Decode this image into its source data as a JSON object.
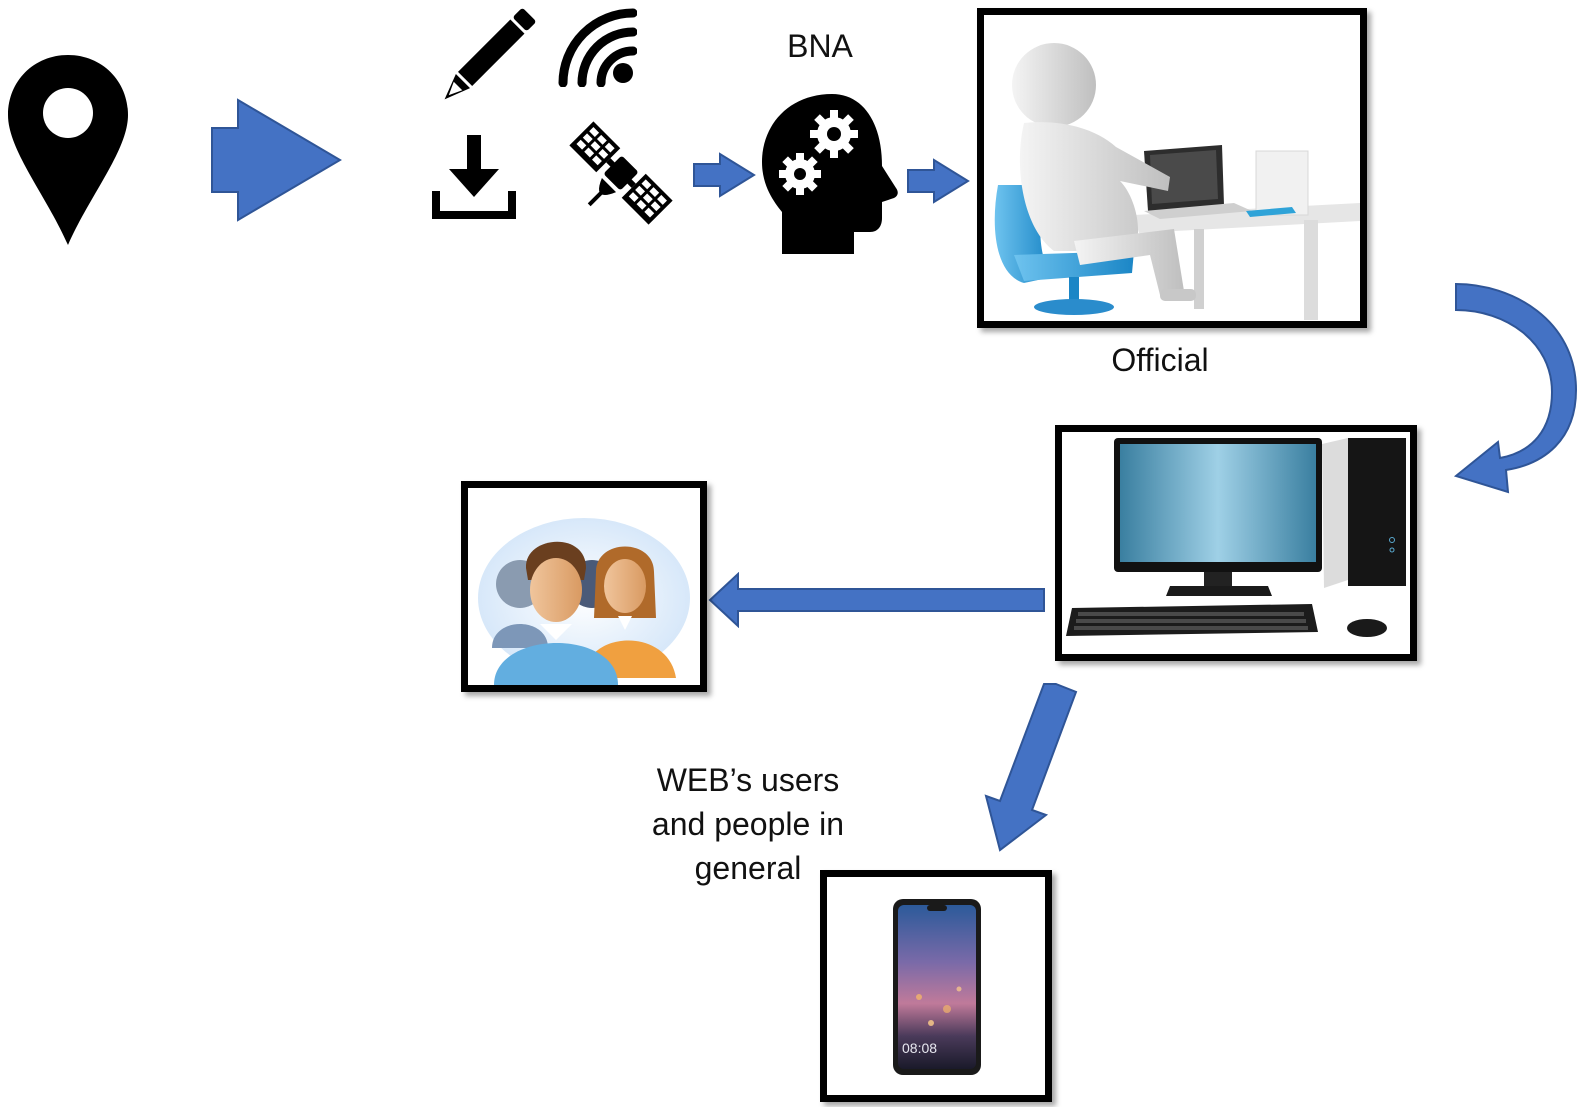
{
  "labels": {
    "bna": "BNA",
    "official": "Official",
    "web_users": "WEB’s users and people in general"
  },
  "phone": {
    "clock": "08:08"
  },
  "icons": {
    "location": "map-pin-icon",
    "pencil": "pencil-icon",
    "signal": "wireless-signal-icon",
    "download": "download-icon",
    "satellite": "satellite-icon",
    "brain": "head-gears-icon",
    "official": "person-at-desk-illustration",
    "computer": "desktop-computer-illustration",
    "users": "user-group-illustration",
    "phone": "smartphone-illustration"
  },
  "colors": {
    "arrow_fill": "#4472c4",
    "arrow_stroke": "#2f5597",
    "icon": "#000000",
    "frame_border": "#000000"
  }
}
